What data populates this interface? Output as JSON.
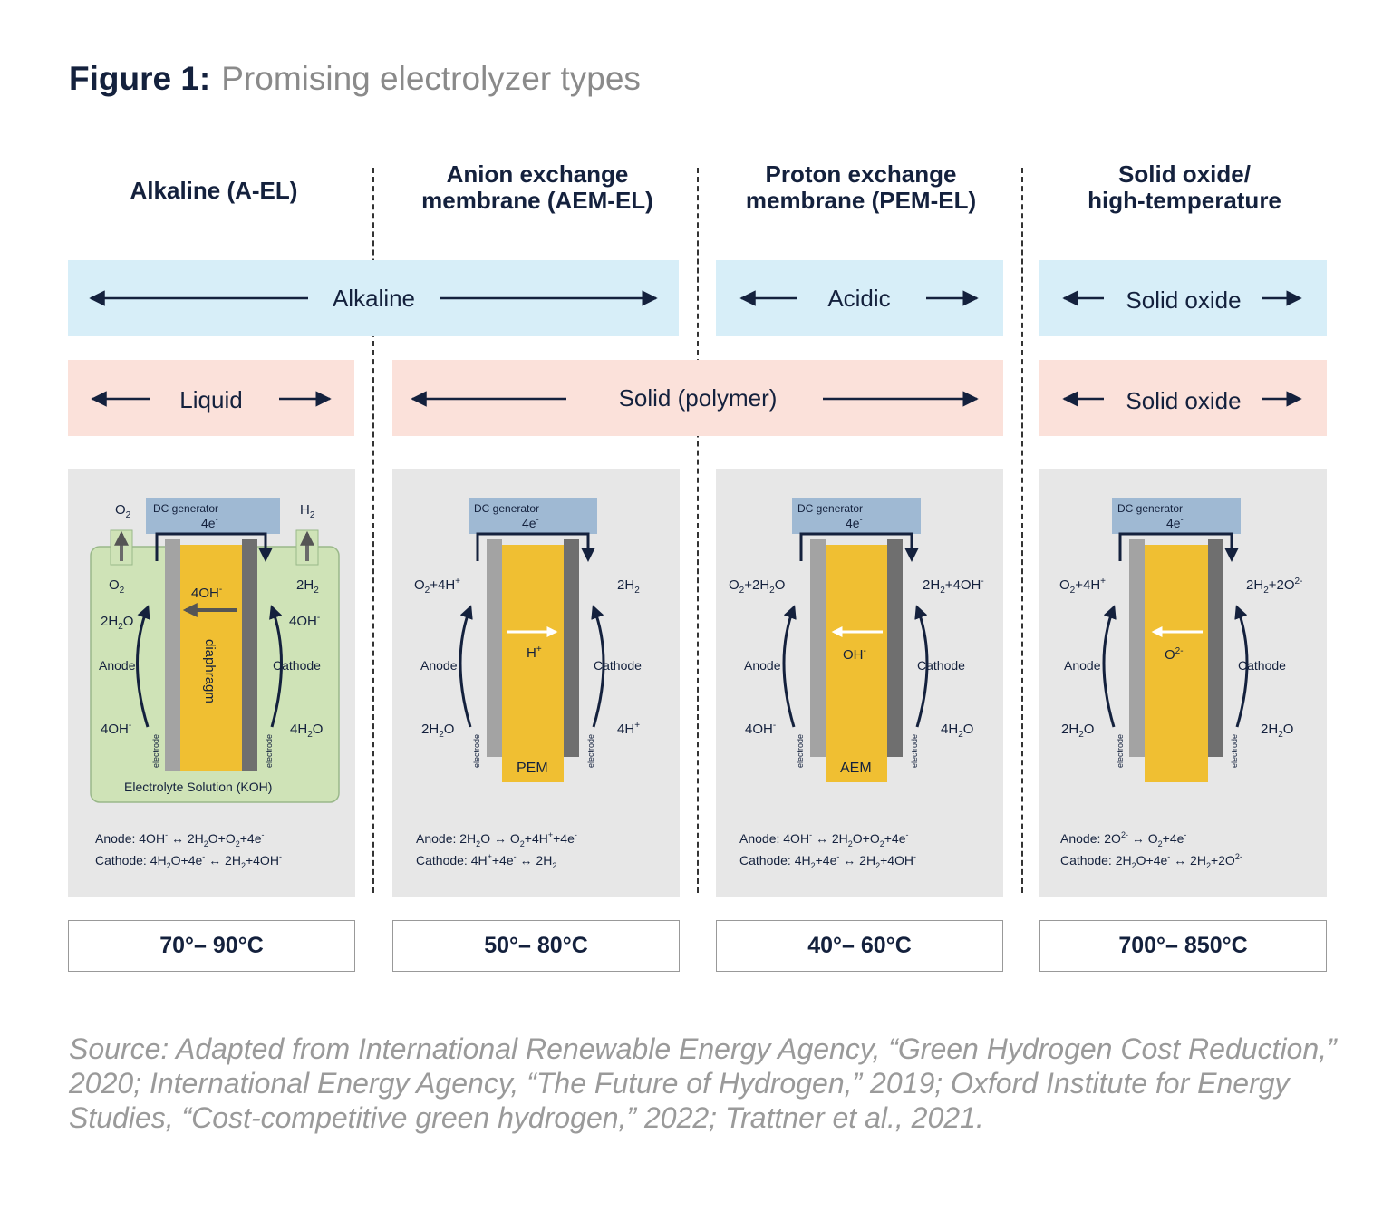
{
  "title": {
    "label": "Figure 1:",
    "text": "Promising electrolyzer types"
  },
  "columns": [
    {
      "heading_line1": "Alkaline (A-EL)",
      "heading_line2": ""
    },
    {
      "heading_line1": "Anion exchange",
      "heading_line2": "membrane (AEM-EL)"
    },
    {
      "heading_line1": "Proton exchange",
      "heading_line2": "membrane (PEM-EL)"
    },
    {
      "heading_line1": "Solid oxide/",
      "heading_line2": "high-temperature"
    }
  ],
  "bands": {
    "alkaline": "Alkaline",
    "acidic": "Acidic",
    "solid_oxide_1": "Solid oxide",
    "liquid": "Liquid",
    "solid_polymer": "Solid (polymer)",
    "solid_oxide_2": "Solid oxide"
  },
  "cells": {
    "common": {
      "dc_generator": "DC generator",
      "electrons": "4e",
      "electrode": "electrode",
      "anode": "Anode",
      "cathode": "Cathode"
    },
    "alkaline": {
      "o2_top": "O2",
      "h2_top": "H2",
      "left_top": "O2",
      "left_mid": "2H2O",
      "left_bottom": "4OH-",
      "right_top": "2H2",
      "right_mid": "4OH-",
      "right_bottom": "4H2O",
      "ion": "4OH-",
      "core": "diaphragm",
      "solution": "Electrolyte Solution (KOH)",
      "eq_anode": "Anode: 4OH- ↔ 2H2O+O2+4e-",
      "eq_cathode": "Cathode: 4H2O+4e- ↔ 2H2+4OH-"
    },
    "aem": {
      "left_top": "O2+4H+",
      "left_bottom": "2H2O",
      "right_top": "2H2",
      "right_bottom": "4H+",
      "ion": "H+",
      "core": "PEM",
      "eq_anode": "Anode: 2H2O ↔ O2+4H++4e-",
      "eq_cathode": "Cathode: 4H++4e- ↔ 2H2"
    },
    "pem": {
      "left_top": "O2+2H2O",
      "left_bottom": "4OH-",
      "right_top": "2H2+4OH-",
      "right_bottom": "4H2O",
      "ion": "OH-",
      "core": "AEM",
      "eq_anode": "Anode: 4OH- ↔ 2H2O+O2+4e-",
      "eq_cathode": "Cathode: 4H2+4e- ↔ 2H2+4OH-"
    },
    "solid_oxide": {
      "left_top": "O2+4H+",
      "left_bottom": "2H2O",
      "right_top": "2H2+2O2-",
      "right_bottom": "2H2O",
      "ion": "O2-",
      "core": "",
      "eq_anode": "Anode: 2O2- ↔ O2+4e-",
      "eq_cathode": "Cathode: 2H2O+4e- ↔ 2H2+2O2-"
    }
  },
  "temperatures": [
    "70°– 90°C",
    "50°– 80°C",
    "40°– 60°C",
    "700°– 850°C"
  ],
  "source": "Source: Adapted from International Renewable Energy Agency, “Green Hydrogen Cost Reduction,” 2020; International Energy Agency, “The Future of Hydrogen,”  2019; Oxford Institute for Energy Studies, “Cost-competitive green hydrogen,” 2022; Trattner et al., 2021.",
  "colors": {
    "navy": "#14213d",
    "blue_band": "#d7eef8",
    "pink_band": "#fbe1da",
    "panel": "#e7e7e7",
    "yellow": "#f0bf32",
    "dc_box": "#9fb9d3",
    "electrode_light": "#a3a3a3",
    "electrode_dark": "#6f6f6f",
    "electrolyte": "#cfe3b7"
  }
}
